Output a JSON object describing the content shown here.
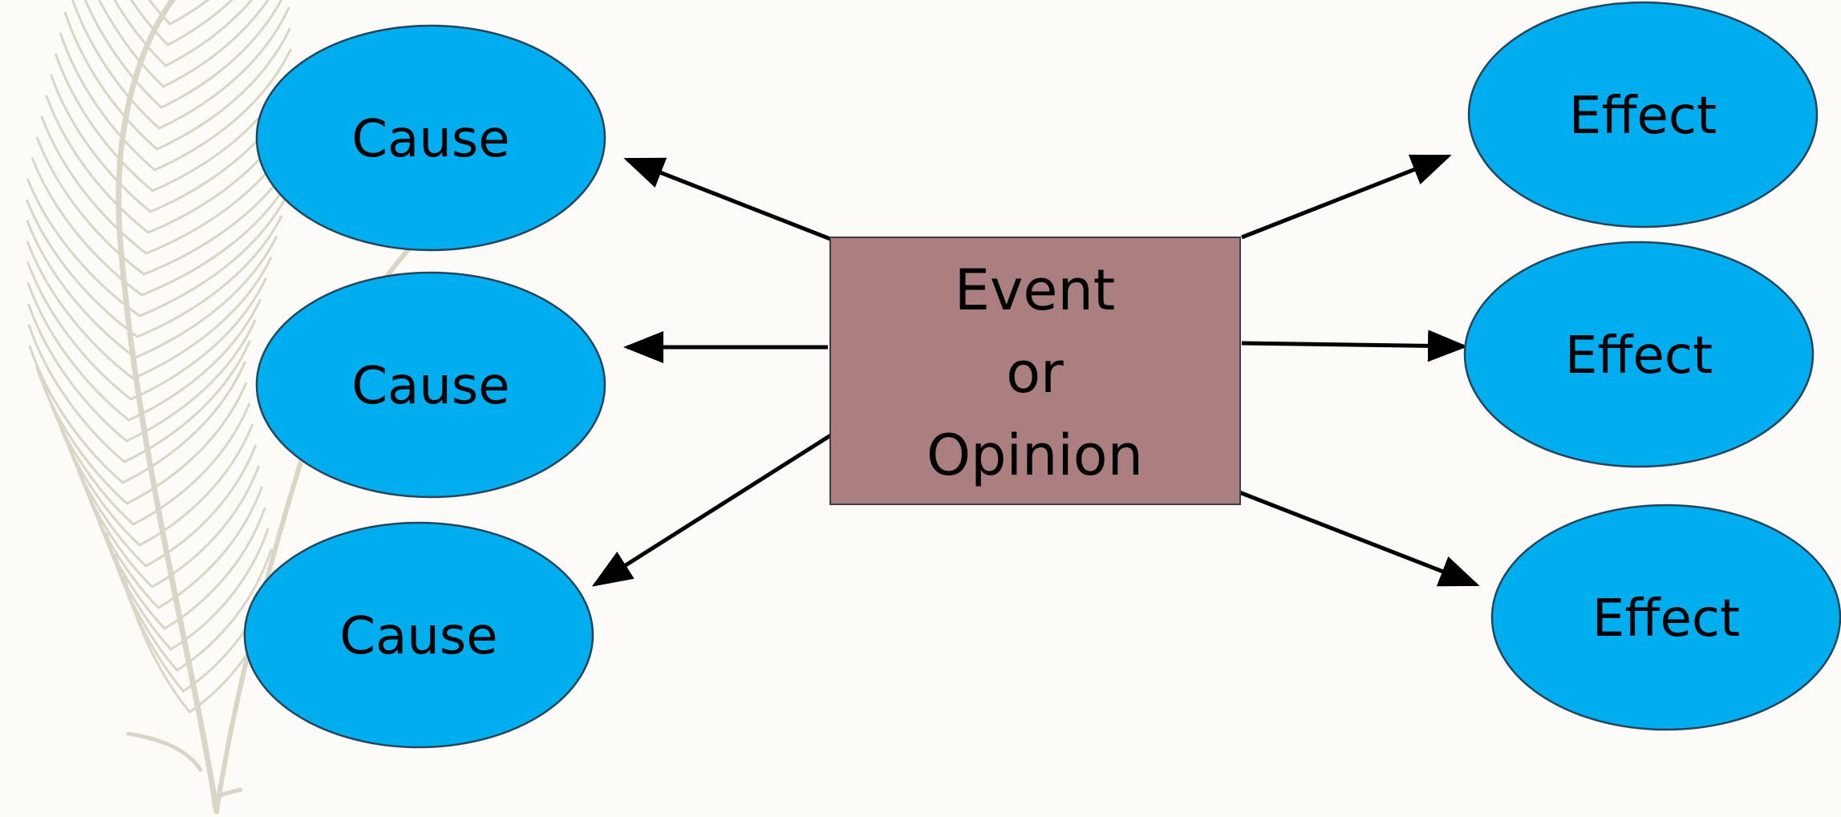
{
  "colors": {
    "background": "#fcfbf7",
    "oval_fill": "#00aeef",
    "oval_stroke": "#24455a",
    "box_fill": "#ab7e7f",
    "box_stroke": "#3c3c4a",
    "arrow": "#000000",
    "feather": "#d8d6c7"
  },
  "decoration": {
    "background_icon": "feather-icon"
  },
  "center": {
    "lines": [
      "Event",
      "or",
      "Opinion"
    ]
  },
  "causes": [
    {
      "label": "Cause"
    },
    {
      "label": "Cause"
    },
    {
      "label": "Cause"
    }
  ],
  "effects": [
    {
      "label": "Effect"
    },
    {
      "label": "Effect"
    },
    {
      "label": "Effect"
    }
  ]
}
